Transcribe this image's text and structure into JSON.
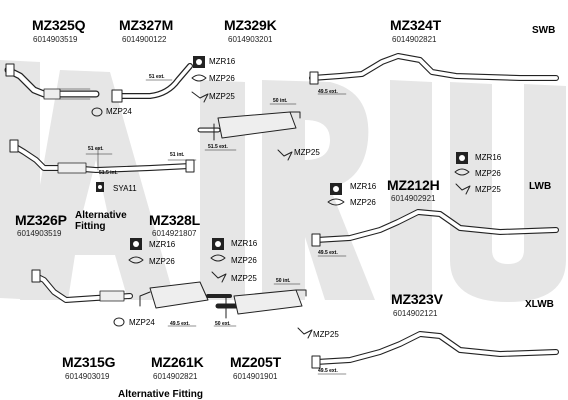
{
  "watermark": {
    "text": "Klarius",
    "color": "#e6e6e6"
  },
  "variants": {
    "swb": "SWB",
    "lwb": "LWB",
    "xlwb": "XLWB"
  },
  "parts": {
    "mz325q": {
      "code": "MZ325Q",
      "number": "6014903519"
    },
    "mz327m": {
      "code": "MZ327M",
      "number": "6014900122"
    },
    "mz329k": {
      "code": "MZ329K",
      "number": "6014903201"
    },
    "mz324t": {
      "code": "MZ324T",
      "number": "6014902821"
    },
    "mz212h": {
      "code": "MZ212H",
      "number": "6014902921"
    },
    "mz326p": {
      "code": "MZ326P",
      "number": "6014903519"
    },
    "mz328l": {
      "code": "MZ328L",
      "number": "6014921807"
    },
    "mz323v": {
      "code": "MZ323V",
      "number": "6014902121"
    },
    "mz315g": {
      "code": "MZ315G",
      "number": "6014903019"
    },
    "mz261k": {
      "code": "MZ261K",
      "number": "6014902821"
    },
    "mz205t": {
      "code": "MZ205T",
      "number": "6014901901"
    }
  },
  "alternative_fitting": {
    "line1": "Alternative",
    "line2": "Fitting",
    "bottom": "Alternative Fitting"
  },
  "mountings": {
    "mzr16": "MZR16",
    "mzp26": "MZP26",
    "mzp25": "MZP25",
    "mzp24": "MZP24",
    "sya11": "SYA11"
  },
  "dimensions": {
    "d51_ext": "51 ext.",
    "d51_int": "51 int.",
    "d51_5_ext": "51.5 ext.",
    "d51_5_int": "51.5 int.",
    "d50_int": "50 int.",
    "d50_ext": "50 ext.",
    "d49_5_ext": "49.5 ext."
  }
}
